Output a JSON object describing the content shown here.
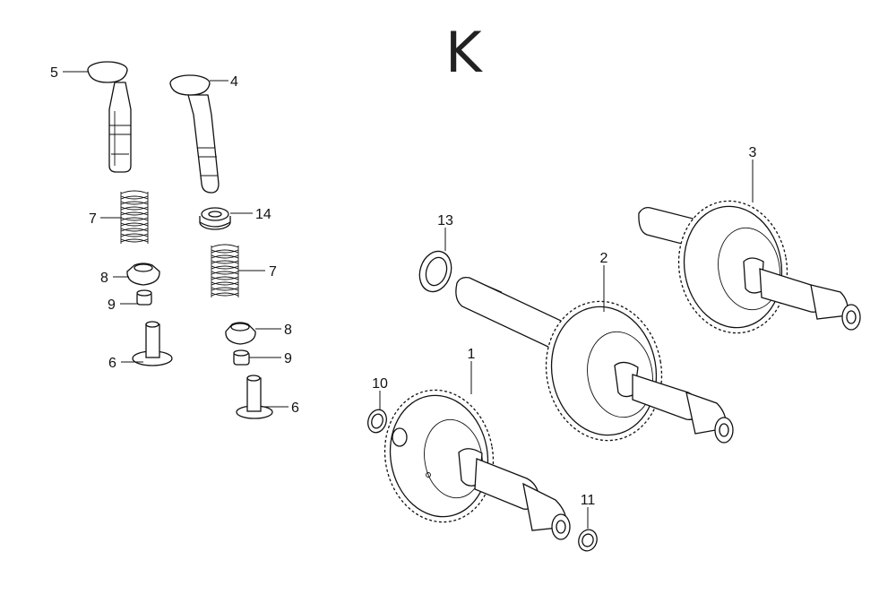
{
  "sheet": {
    "letter": "K"
  },
  "callouts": [
    {
      "id": "c5",
      "text": "5"
    },
    {
      "id": "c4",
      "text": "4"
    },
    {
      "id": "c7a",
      "text": "7"
    },
    {
      "id": "c14",
      "text": "14"
    },
    {
      "id": "c7b",
      "text": "7"
    },
    {
      "id": "c8a",
      "text": "8"
    },
    {
      "id": "c9a",
      "text": "9"
    },
    {
      "id": "c8b",
      "text": "8"
    },
    {
      "id": "c9b",
      "text": "9"
    },
    {
      "id": "c6a",
      "text": "6"
    },
    {
      "id": "c6b",
      "text": "6"
    },
    {
      "id": "c13",
      "text": "13"
    },
    {
      "id": "c2",
      "text": "2"
    },
    {
      "id": "c3",
      "text": "3"
    },
    {
      "id": "c1",
      "text": "1"
    },
    {
      "id": "c10",
      "text": "10"
    },
    {
      "id": "c11",
      "text": "11"
    }
  ]
}
